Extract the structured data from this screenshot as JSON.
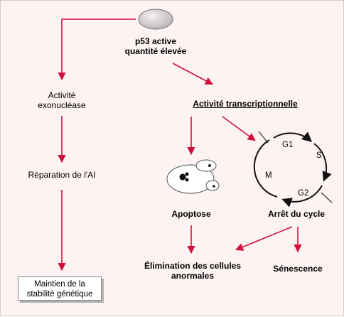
{
  "nodes": {
    "p53_line1": "p53 active",
    "p53_line2": "quantité élevée",
    "exo_line1": "Activité",
    "exo_line2": "exonucléase",
    "repair": "Réparation de l'AI",
    "stability_line1": "Maintien de la",
    "stability_line2": "stabilité génétique",
    "transcription": "Activité transcriptionnelle",
    "apoptosis": "Apoptose",
    "arrest": "Arrêt du cycle",
    "elimination_line1": "Élimination des cellules",
    "elimination_line2": "anormales",
    "senescence": "Sénescence"
  },
  "cell_cycle": {
    "phases": [
      "G1",
      "S",
      "G2",
      "M"
    ]
  },
  "colors": {
    "arrow": "#d0103a",
    "background": "#fdf3f3",
    "p53_fill": "#d9d4d6"
  }
}
